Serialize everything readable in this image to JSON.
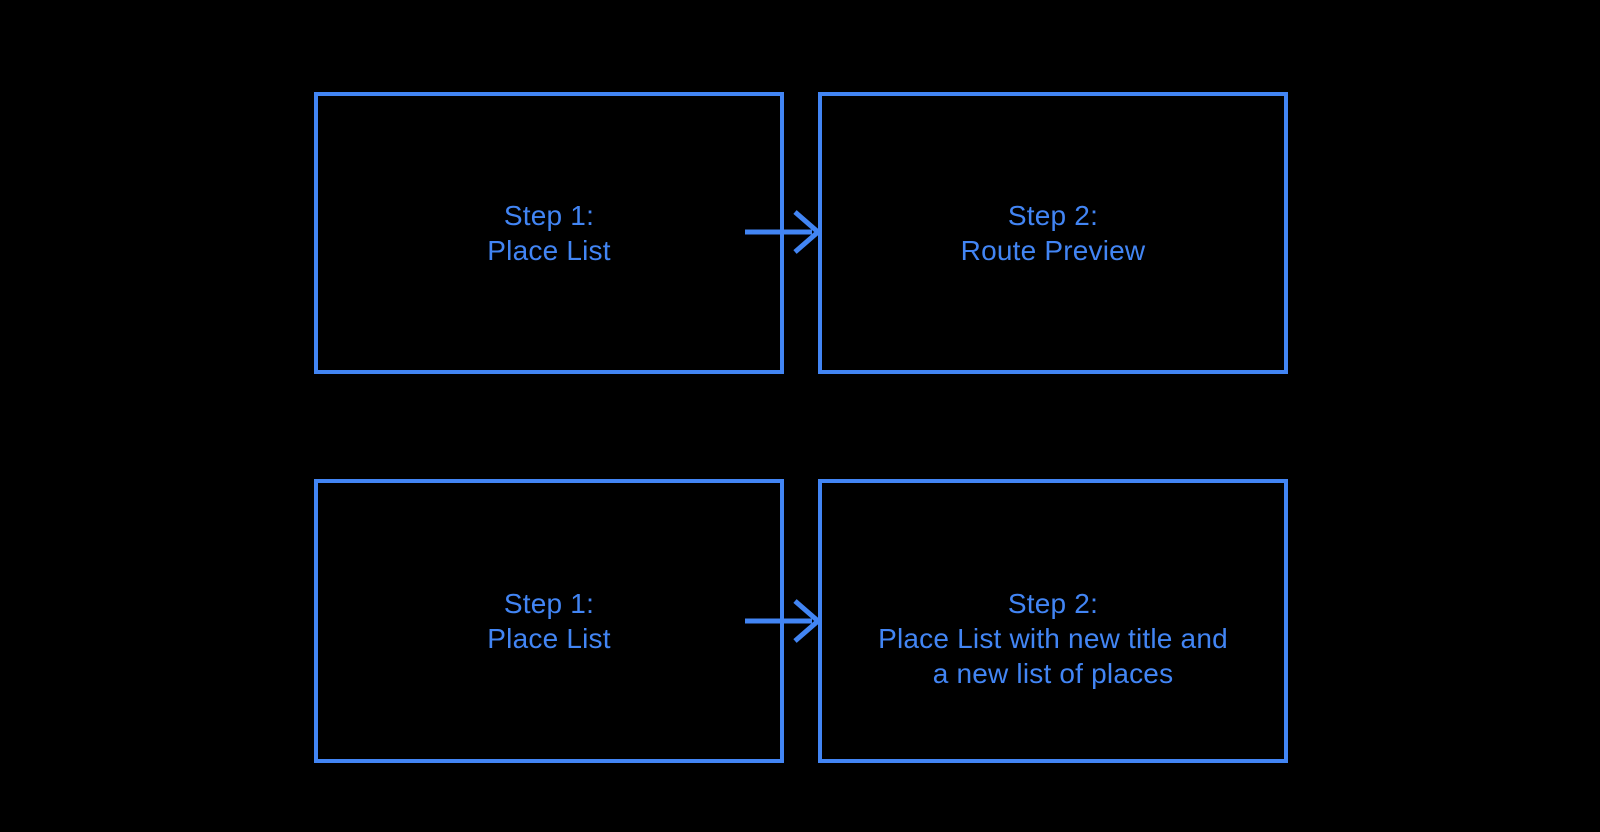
{
  "diagram": {
    "background": "#000000",
    "accent": "#4285F4",
    "rows": [
      {
        "boxes": [
          {
            "id": "step1-place-list-top",
            "lines": [
              "Step 1:",
              "Place List"
            ]
          },
          {
            "id": "step2-route-preview",
            "lines": [
              "Step 2:",
              "Route Preview"
            ]
          }
        ],
        "connector": "arrow-right"
      },
      {
        "boxes": [
          {
            "id": "step1-place-list-bottom",
            "lines": [
              "Step 1:",
              "Place List"
            ]
          },
          {
            "id": "step2-new-place-list",
            "lines": [
              "Step 2:",
              "Place List with new title and",
              "a new list of places"
            ]
          }
        ],
        "connector": "arrow-right"
      }
    ]
  }
}
